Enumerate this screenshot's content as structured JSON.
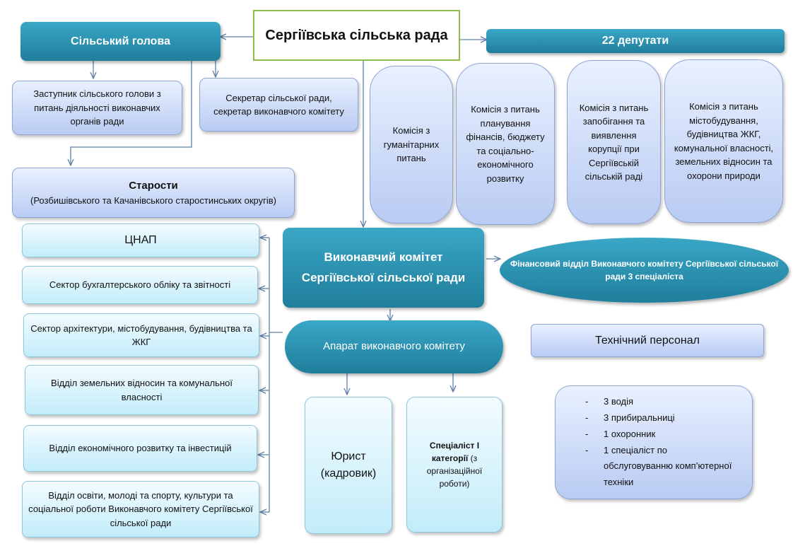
{
  "council": "Сергіївська сільська рада",
  "head": "Сільський голова",
  "deputies": "22 депутати",
  "deputy_head": "Заступник сільського голови з питань діяльності виконавчих органів ради",
  "secretary": "Секретар сільської ради, секретар виконавчого комітету",
  "starosty_title": "Старости",
  "starosty_sub": "(Розбишівського та Качанівського старостинських округів)",
  "commissions": [
    "Комісія з гуманітарних питань",
    "Комісія з питань планування фінансів, бюджету та соціально-економічного розвитку",
    "Комісія з питань запобігання та виявлення корупції при Сергіївській сільській раді",
    "Комісія з питань містобудування, будівництва ЖКГ, комунальної власності, земельних відносин та охорони природи"
  ],
  "executive_committee": "Виконавчий комітет Сергіївської сільської ради",
  "finance_dept": "Фінансовий відділ Виконавчого комітету Сергіївської сільської ради 3 спеціаліста",
  "apparatus": "Апарат виконавчого комітету",
  "tech_staff": "Технічний персонал",
  "left_units": [
    "ЦНАП",
    "Сектор бухгалтерського обліку та звітності",
    "Сектор архітектури, містобудування, будівництва та ЖКГ",
    "Відділ земельних відносин та комунальної власності",
    "Відділ економічного розвитку та інвестицій",
    "Відділ освіти, молоді та спорту, культури та соціальної роботи Виконавчого комітету Сергіївської сільської ради"
  ],
  "lawyer": "Юрист (кадровик)",
  "specialist_bold": "Спеціаліст І категорії",
  "specialist_rest": "(з організаційної роботи)",
  "tech_list": [
    "3 водія",
    "3 прибиральниці",
    "1 охоронник",
    "1 спеціаліст по обслуговуванню комп’ютерної техніки"
  ],
  "list_marker": "-"
}
